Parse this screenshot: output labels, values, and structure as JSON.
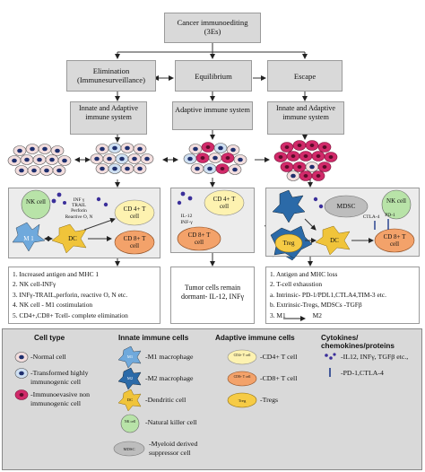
{
  "root": {
    "title": "Cancer immunoediting",
    "subtitle": "(3Es)"
  },
  "phases": [
    {
      "title": "Elimination",
      "subtitle": "(Immunesurveillance)",
      "system": "Innate and Adaptive immune system"
    },
    {
      "title": "Equilibrium",
      "subtitle": "",
      "system": "Adaptive immune system"
    },
    {
      "title": "Escape",
      "subtitle": "",
      "system": "Innate and Adaptive immune system"
    }
  ],
  "elimination_panel": {
    "nk": "NK cell",
    "nk_factors": [
      "INF γ",
      "TRAIL",
      "Perforin",
      "Reactive O, N"
    ],
    "cd4": "CD 4+ T cell",
    "m1": "M 1",
    "dc": "DC",
    "cd8": "CD 8+ T cell"
  },
  "equilibrium_panel": {
    "cd4": "CD 4+ T cell",
    "cytokines": [
      "IL-12",
      "INF-γ"
    ],
    "cd8": "CD 8+ T cell"
  },
  "escape_panel": {
    "mdsc": "MDSC",
    "nk": "NK cell",
    "markers": [
      "CTLA-4",
      "PD-1"
    ],
    "treg": "Treg",
    "dc": "DC",
    "cd8": "CD 8+ T cell"
  },
  "outcomes": {
    "elimination": [
      "1. Increased antigen and MHC 1",
      "2. NK cell-INFγ",
      "3. INFγ-TRAIL,perforin, reactive O, N etc.",
      "4. NK cell - M1 costimulation",
      "5. CD4+,CD8+ Tcell- complete elimination"
    ],
    "equilibrium": [
      "Tumor cells remain",
      "dormant- IL-12, INFγ"
    ],
    "escape": [
      "1. Antigen and MHC loss",
      "2. T-cell exhaustion",
      "a. Intrinsic- PD-1/PDL1,CTLA4,TIM-3 etc.",
      "b. Extrinsic-Tregs, MDSCs -TGFβ",
      "3. M1",
      "M2"
    ]
  },
  "legend": {
    "headers": [
      "Cell type",
      "Innate immune cells",
      "Adaptive immune cells",
      "Cytokines/ chemokines/proteins"
    ],
    "cell_types": [
      "-Normal cell",
      "-Transformed highly immunogenic cell",
      "-Immunoevasive non immunogenic cell"
    ],
    "innate": [
      "-M1 macrophage",
      "-M2 macrophage",
      "-Dendritic cell",
      "-Natural killer cell",
      "-Myeloid derived suppressor cell"
    ],
    "innate_icon_labels": [
      "M1",
      "M2",
      "DC",
      "NK cell",
      "MDSC"
    ],
    "adaptive": [
      "-CD4+ T cell",
      "-CD8+ T cell",
      "-Tregs"
    ],
    "adaptive_icon_labels": [
      "CD4+ T cell",
      "CD8+ T cell",
      "Treg"
    ],
    "cytokines": [
      "-IL12, INFγ, TGFβ etc.,",
      "-PD-1,CTLA-4"
    ]
  },
  "colors": {
    "box_gray": "#d9d9d9",
    "cell_normal": "#f3dede",
    "nucleus": "#1f2f6e",
    "cell_immunoevasive": "#d12a6a",
    "nk": "#b8e3a8",
    "cd4": "#fdf2b0",
    "cd8": "#f3a26a",
    "dc": "#f0c43a",
    "m1": "#6fa9dc",
    "m2": "#2b6aa8",
    "mdsc": "#bdbdbd",
    "treg": "#f6cb45"
  }
}
